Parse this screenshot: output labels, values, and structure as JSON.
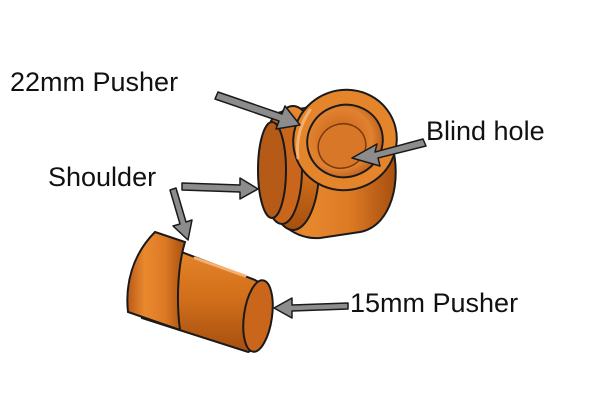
{
  "labels": {
    "pusher_22mm": "22mm Pusher",
    "blind_hole": "Blind hole",
    "shoulder": "Shoulder",
    "pusher_15mm": "15mm Pusher"
  },
  "colors": {
    "label_text": "#111111",
    "arrow_fill": "#8c8c8c",
    "arrow_stroke": "#1a1a1a",
    "copper_light": "#e8892e",
    "copper_mid": "#d3701b",
    "copper_dark": "#a64f0f",
    "outline": "#1a1a1a"
  }
}
